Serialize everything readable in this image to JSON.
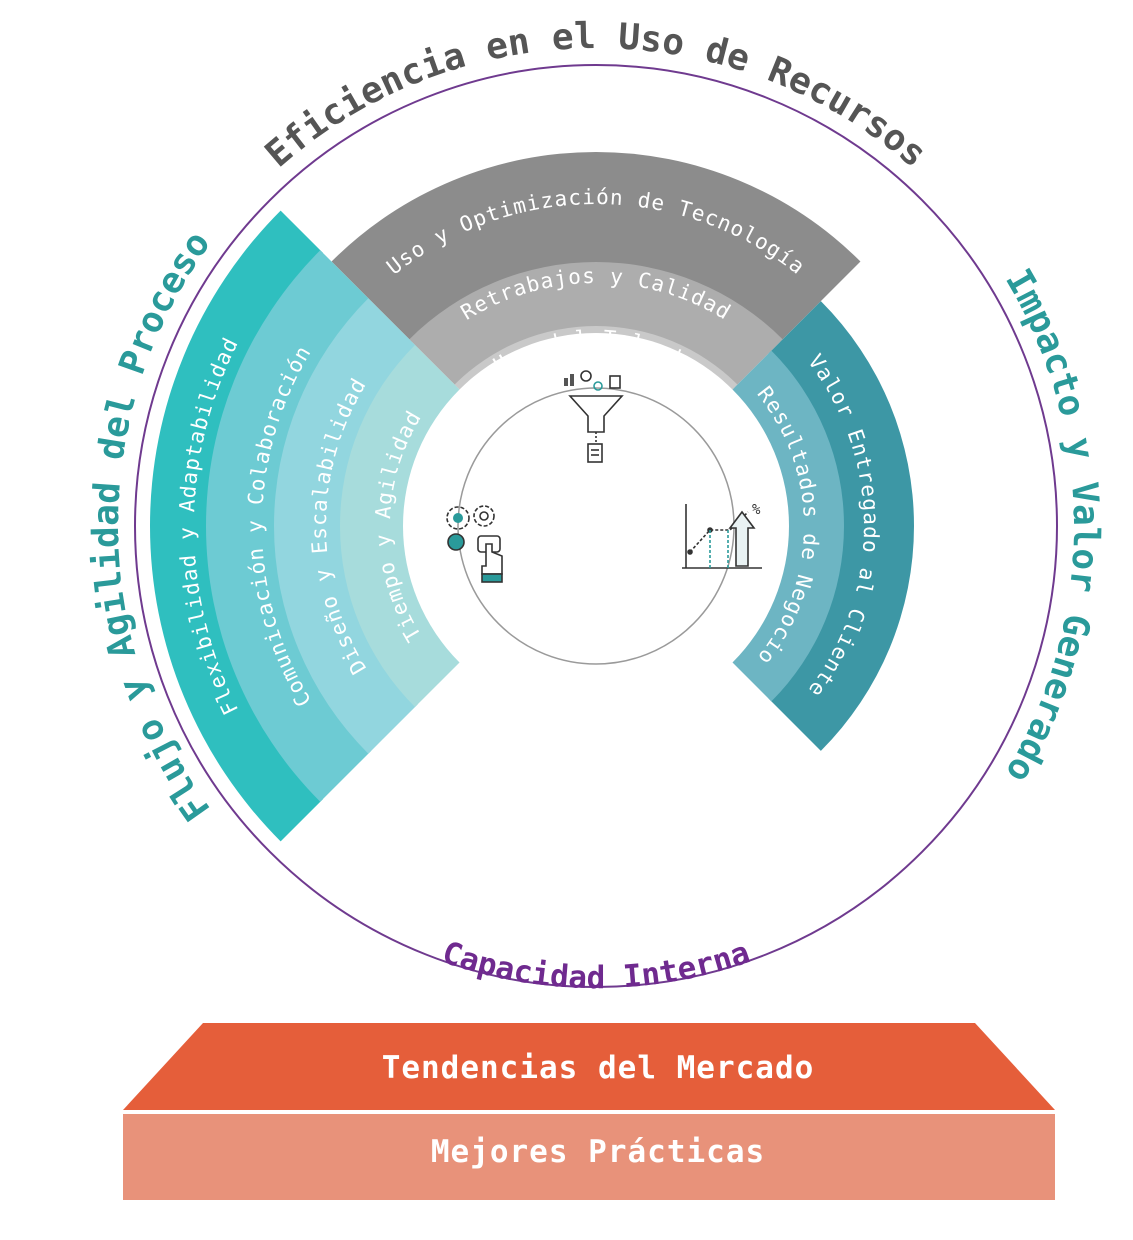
{
  "colors": {
    "outer_ring": "#6f3a8f",
    "label_gray": "#555555",
    "label_teal": "#2a9a9a",
    "label_purple": "#6f2a8f",
    "top_bands": [
      "#8c8c8c",
      "#adadad",
      "#c9c9c9"
    ],
    "left_bands": [
      "#2fbfbf",
      "#6dcbd3",
      "#92d6df",
      "#a7dcdc"
    ],
    "right_bands": [
      "#3d97a5",
      "#6db5c3"
    ],
    "base_top": "#e55e3a",
    "base_bottom": "#e8927a"
  },
  "outer_labels": {
    "top": "Eficiencia en el Uso de Recursos",
    "left": "Flujo y Agilidad del Proceso",
    "right": "Impacto y Valor Generado",
    "bottom": "Capacidad Interna"
  },
  "top_bands": [
    "Uso y Optimización de Tecnología",
    "Retrabajos y Calidad",
    "Uso del Talento"
  ],
  "left_bands": [
    "Flexibilidad y Adaptabilidad",
    "Comunicación y Colaboración",
    "Diseño y Escalabilidad",
    "Tiempo y Agilidad"
  ],
  "right_bands": [
    "Valor Entregado al Cliente",
    "Resultados de Negocio"
  ],
  "icons": {
    "top": "funnel-icon",
    "left": "gears-touch-icon",
    "right": "growth-chart-icon"
  },
  "base": {
    "top_label": "Tendencias del Mercado",
    "bottom_label": "Mejores Prácticas"
  }
}
